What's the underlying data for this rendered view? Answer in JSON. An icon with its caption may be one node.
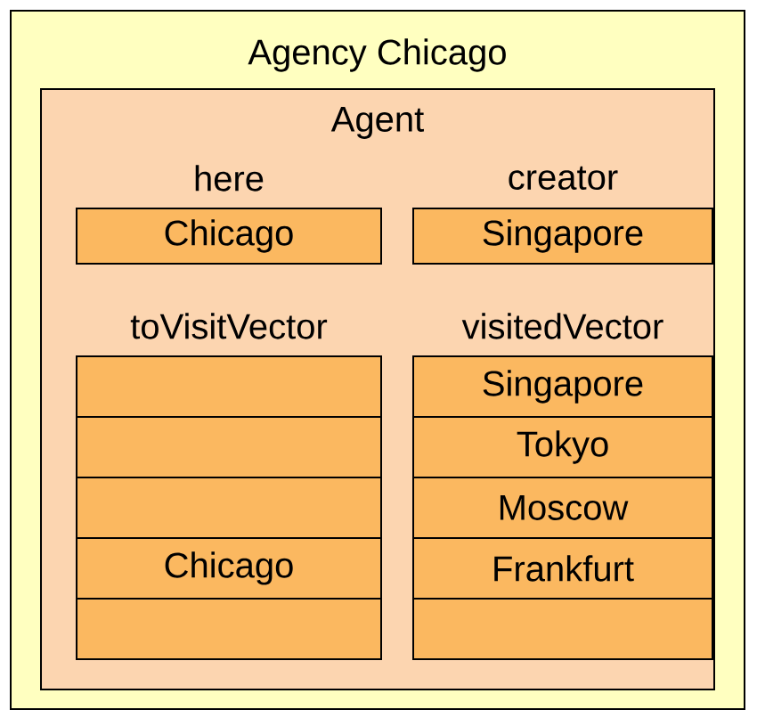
{
  "diagram": {
    "nodes": [
      {
        "text": [
          "Agency Chicago"
        ]
      },
      {
        "text": [
          "Agent"
        ],
        "in": 0
      },
      {
        "text": [
          "Chicago"
        ],
        "in": 1,
        "beside": [
          "here"
        ]
      },
      {
        "text": [
          "Singapore"
        ],
        "in": 1,
        "beside": [
          "creator"
        ]
      },
      {
        "text": [],
        "shape": "box",
        "in": 1,
        "beside": [
          "toVisitVector"
        ]
      },
      {
        "text": [],
        "shape": "box",
        "in": 1
      },
      {
        "text": [],
        "shape": "box",
        "in": 1
      },
      {
        "text": [
          "Chicago"
        ],
        "in": 1
      },
      {
        "text": [],
        "shape": "box",
        "in": 1
      },
      {
        "text": [
          "Singapore"
        ],
        "in": 1,
        "beside": [
          "visitedVector"
        ]
      },
      {
        "text": [
          "Tokyo"
        ],
        "in": 1
      },
      {
        "text": [
          "Moscow"
        ],
        "in": 1
      },
      {
        "text": [
          "Frankfurt"
        ],
        "in": 1
      },
      {
        "text": [],
        "shape": "box",
        "in": 1
      }
    ]
  }
}
